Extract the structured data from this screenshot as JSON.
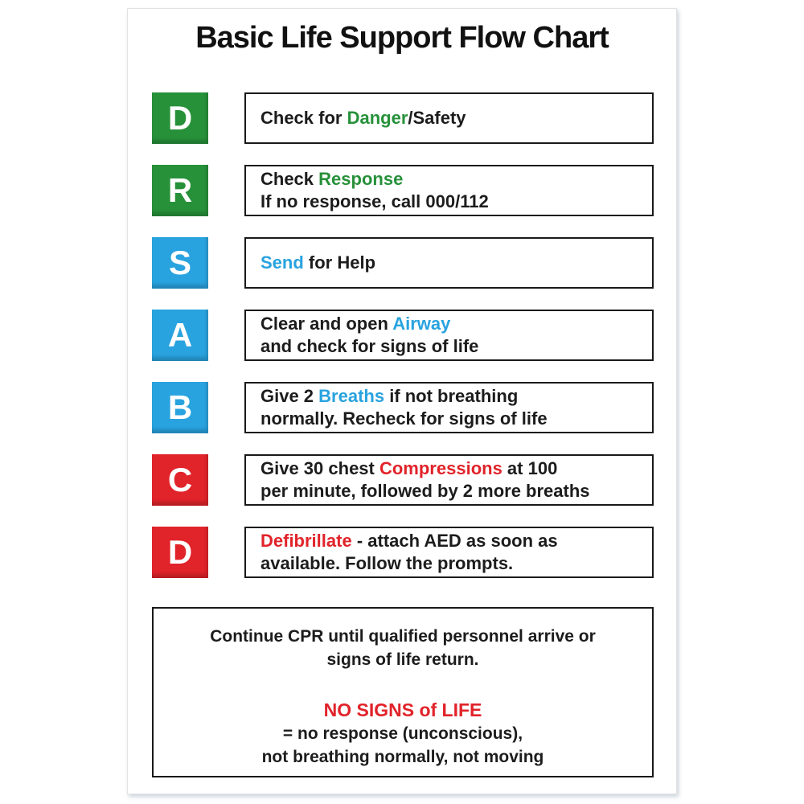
{
  "title": "Basic Life Support Flow Chart",
  "colors": {
    "green": "#27913a",
    "blue": "#29a3df",
    "red": "#e1232a",
    "text": "#1c1c1c"
  },
  "steps": [
    {
      "letter": "D",
      "letter_color": "green",
      "segments": [
        {
          "text": "Check for ",
          "color": "text"
        },
        {
          "text": "Danger",
          "color": "green"
        },
        {
          "text": "/Safety",
          "color": "text"
        }
      ]
    },
    {
      "letter": "R",
      "letter_color": "green",
      "segments": [
        {
          "text": "Check ",
          "color": "text"
        },
        {
          "text": "Response",
          "color": "green"
        },
        {
          "text": "\nIf no response, call 000/112",
          "color": "text"
        }
      ]
    },
    {
      "letter": "S",
      "letter_color": "blue",
      "segments": [
        {
          "text": "Send",
          "color": "blue"
        },
        {
          "text": " for Help",
          "color": "text"
        }
      ]
    },
    {
      "letter": "A",
      "letter_color": "blue",
      "segments": [
        {
          "text": "Clear and open ",
          "color": "text"
        },
        {
          "text": "Airway",
          "color": "blue"
        },
        {
          "text": "\nand check for signs of life",
          "color": "text"
        }
      ]
    },
    {
      "letter": "B",
      "letter_color": "blue",
      "segments": [
        {
          "text": "Give 2 ",
          "color": "text"
        },
        {
          "text": "Breaths",
          "color": "blue"
        },
        {
          "text": " if not breathing\nnormally. Recheck for signs of life",
          "color": "text"
        }
      ]
    },
    {
      "letter": "C",
      "letter_color": "red",
      "segments": [
        {
          "text": "Give 30 chest ",
          "color": "text"
        },
        {
          "text": "Compressions",
          "color": "red"
        },
        {
          "text": " at 100\nper minute, followed by 2 more breaths",
          "color": "text"
        }
      ]
    },
    {
      "letter": "D",
      "letter_color": "red",
      "segments": [
        {
          "text": "Defibrillate",
          "color": "red"
        },
        {
          "text": " - attach AED as soon as\navailable. Follow the prompts.",
          "color": "text"
        }
      ]
    }
  ],
  "footer": {
    "line1": "Continue CPR until qualified personnel arrive or",
    "line2": "signs of life return.",
    "warning": "NO SIGNS of LIFE",
    "line3": "= no response (unconscious),",
    "line4": "not breathing normally, not moving"
  }
}
